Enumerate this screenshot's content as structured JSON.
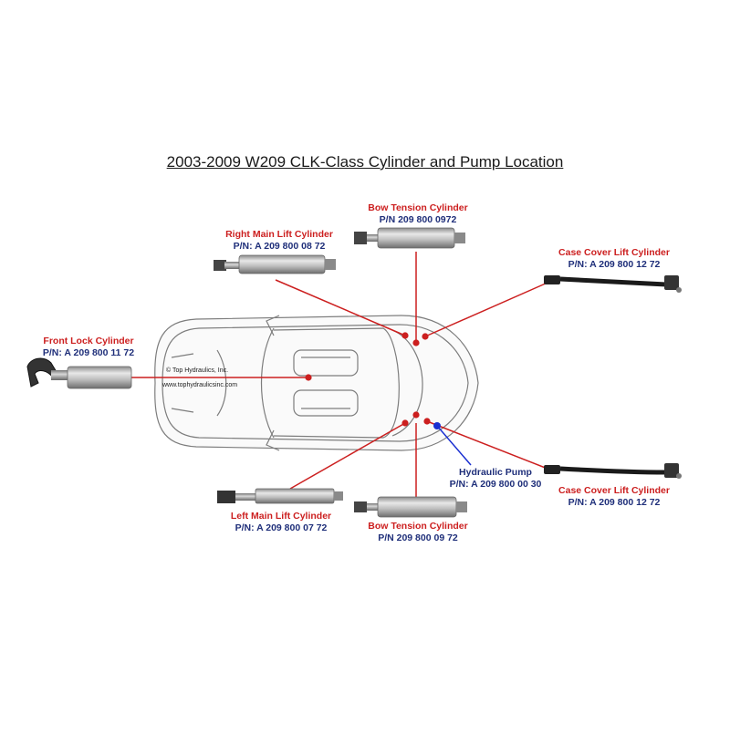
{
  "title": "2003-2009 W209 CLK-Class Cylinder and Pump Location",
  "copyright": "© Top Hydraulics, Inc.",
  "website": "www.tophydraulicsinc.com",
  "colors": {
    "accent_red": "#cc1f1f",
    "part_blue": "#1f2f7a",
    "pump_dot": "#1a2fd1"
  },
  "components": [
    {
      "name": "Bow Tension Cylinder",
      "part_number": "P/N 209 800 0972"
    },
    {
      "name": "Right Main Lift Cylinder",
      "part_number": "P/N: A 209 800 08 72"
    },
    {
      "name": "Case Cover Lift Cylinder",
      "part_number": "P/N: A 209 800 12 72"
    },
    {
      "name": "Front Lock Cylinder",
      "part_number": "P/N: A 209 800 11 72"
    },
    {
      "name": "Hydraulic Pump",
      "part_number": "P/N: A 209 800 00 30"
    },
    {
      "name": "Case Cover Lift Cylinder",
      "part_number": "P/N: A 209 800 12 72"
    },
    {
      "name": "Left Main Lift Cylinder",
      "part_number": "P/N: A 209 800 07 72"
    },
    {
      "name": "Bow Tension Cylinder",
      "part_number": "P/N 209 800 09 72"
    }
  ]
}
